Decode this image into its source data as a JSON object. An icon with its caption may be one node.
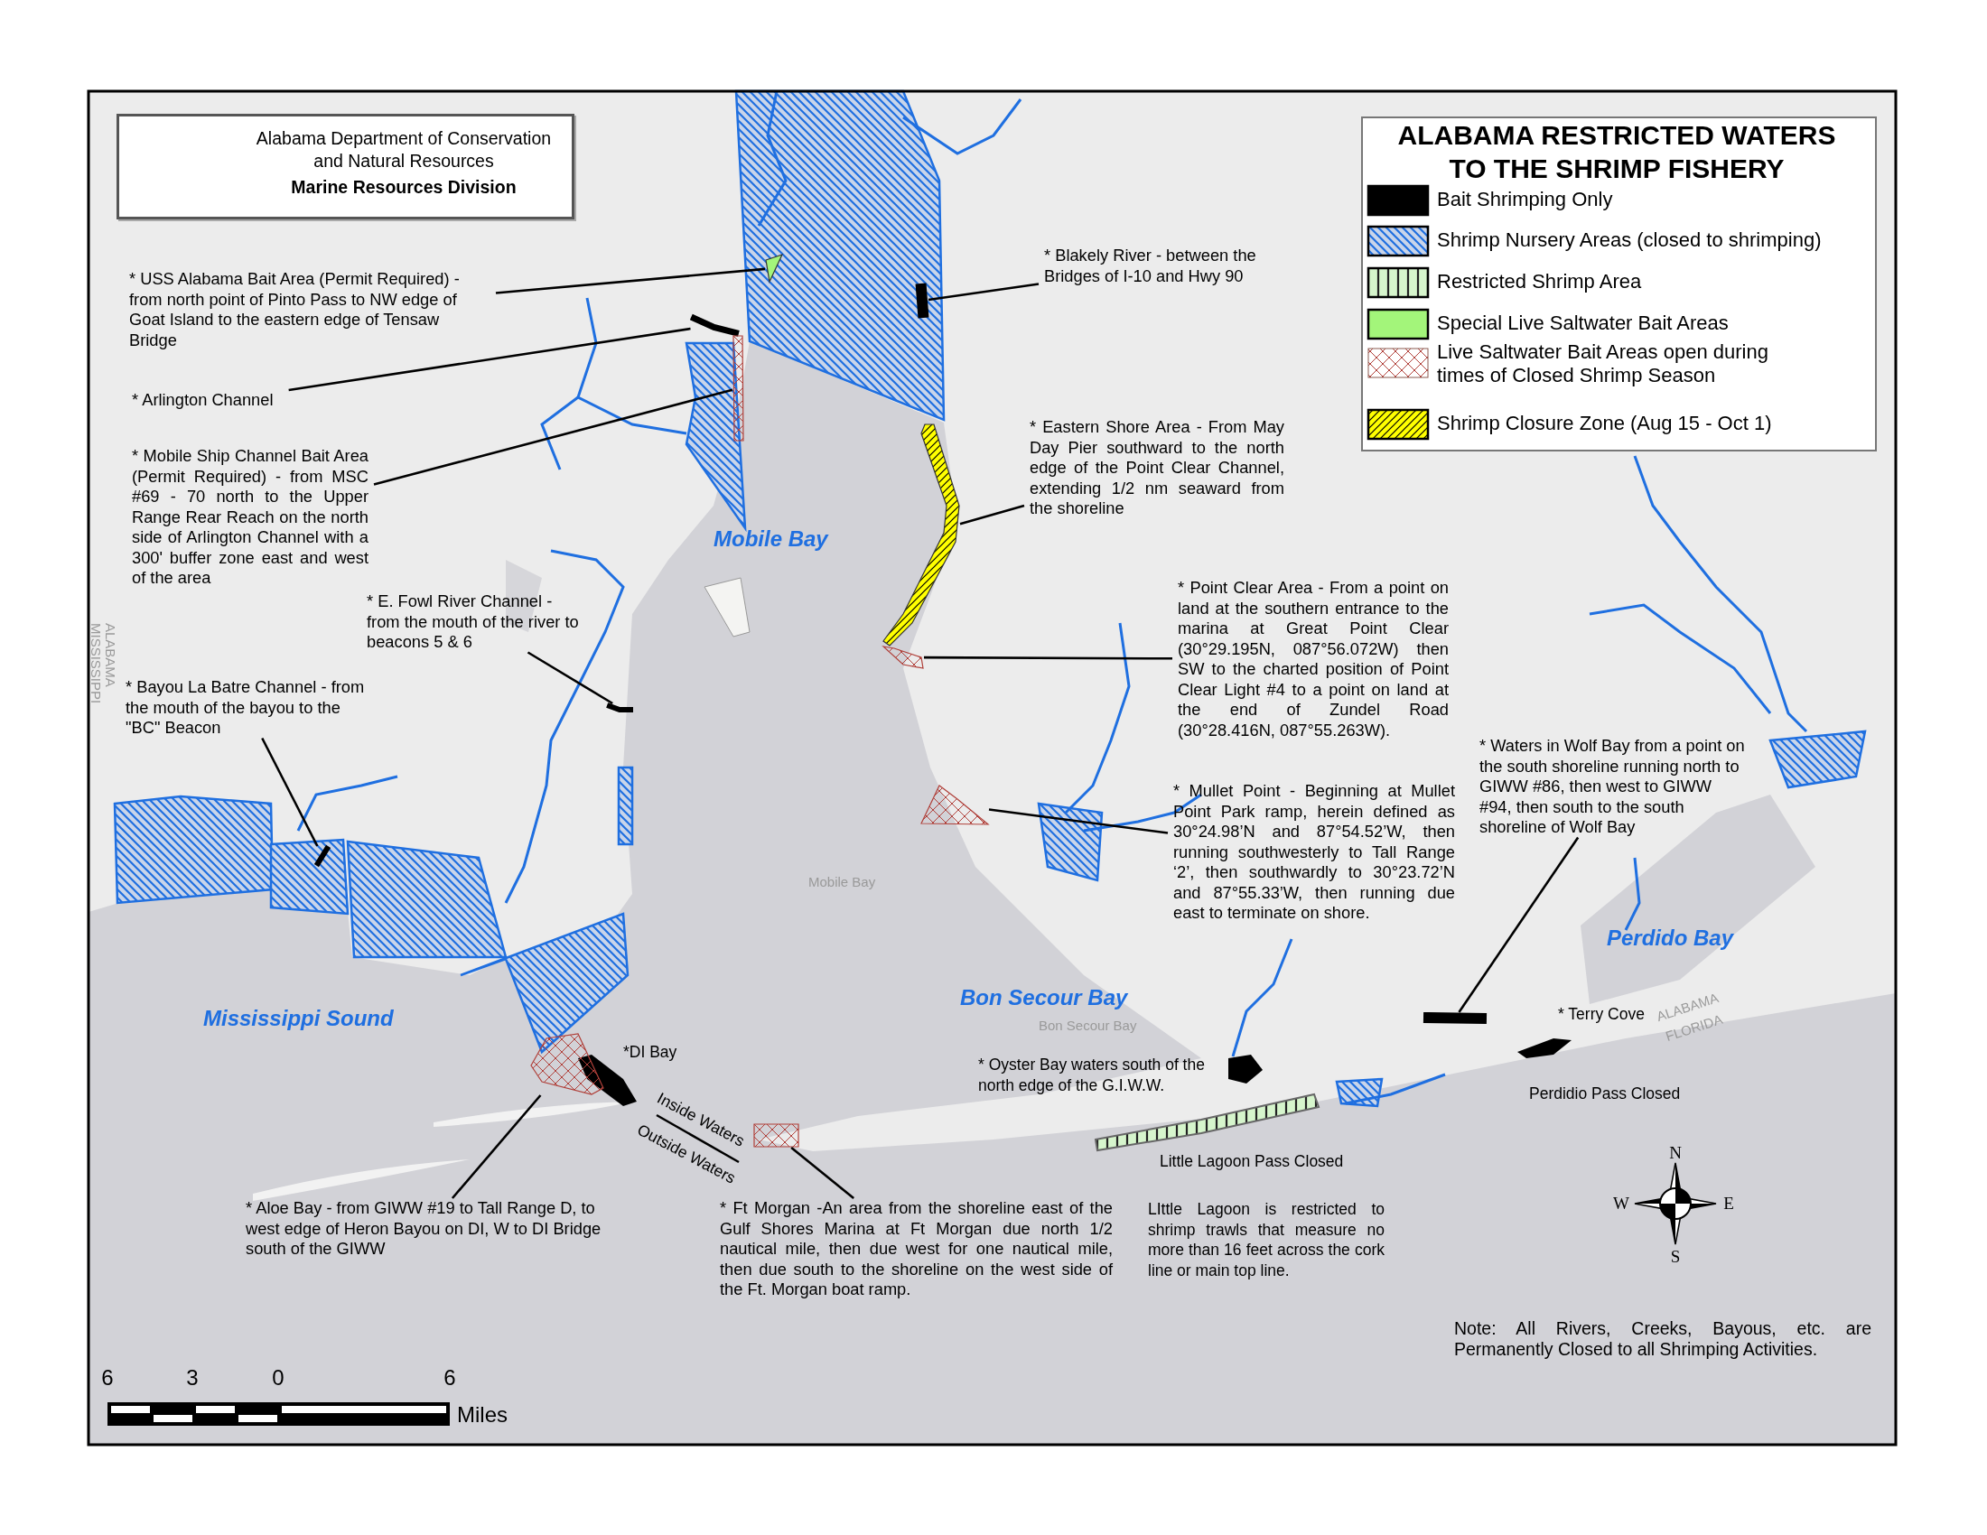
{
  "diagram": {
    "title": "ALABAMA RESTRICTED WATERS TO THE SHRIMP FISHERY",
    "nodes": [
      {
        "text": [
          "Alabama Department of Conservation and Natural Resources",
          "Marine Resources Division"
        ]
      },
      {
        "text": [
          "* USS Alabama Bait Area (Permit Required) - from north point of Pinto Pass to NW edge of Goat Island to the eastern edge of Tensaw Bridge"
        ]
      },
      {
        "text": [],
        "shape": "triangle"
      },
      {
        "text": [
          "* Arlington Channel"
        ]
      },
      {
        "text": [],
        "shape": "bar"
      },
      {
        "text": [
          "* Mobile Ship Channel Bait Area (Permit Required) - from MSC #69 - 70 north to the Upper Range Rear Reach on the north side of Arlington Channel with a 300' buffer zone east and west of the area"
        ]
      },
      {
        "text": [],
        "shape": "strip"
      },
      {
        "text": [
          "* Blakely River - between the Bridges of I-10 and Hwy 90"
        ]
      },
      {
        "text": [],
        "shape": "bar"
      },
      {
        "text": [
          "* Eastern Shore Area - From May Day Pier southward to the north edge of the Point Clear Channel, extending 1/2 nm seaward from the shoreline"
        ]
      },
      {
        "text": [],
        "shape": "strip"
      },
      {
        "text": [
          "* E. Fowl River Channel - from the mouth of the river to beacons 5 & 6"
        ]
      },
      {
        "text": [],
        "shape": "bar"
      },
      {
        "text": [
          "* Point Clear Area - From a point on land at the southern entrance to the marina at Great Point Clear (30°29.195N, 087°56.072W) then SW to the charted position of Point Clear Light #4 to a point on land at the end of Zundel Road (30°28.416N, 087°55.263W)."
        ]
      },
      {
        "text": [],
        "shape": "polygon"
      },
      {
        "text": [
          "* Bayou La Batre Channel - from the mouth of the bayou to the \"BC\" Beacon"
        ]
      },
      {
        "text": [],
        "shape": "bar"
      },
      {
        "text": [
          "* Mullet Point - Beginning at Mullet Point Park ramp, herein defined as 30°24.98’N and 87°54.52’W, then running southwesterly to Tall Range ‘2’, then southwardly to 30°23.72’N and 87°55.33’W, then running due east to terminate on shore."
        ]
      },
      {
        "text": [],
        "shape": "triangle"
      },
      {
        "text": [
          "* Waters in Wolf Bay from a point on the south shoreline running north to GIWW #86, then west to GIWW #94, then south to the south shoreline of Wolf Bay"
        ]
      },
      {
        "text": [],
        "shape": "bar"
      },
      {
        "text": [
          "* Aloe Bay - from GIWW #19 to Tall Range D, to west edge of Heron Bayou on DI, W to DI Bridge south of the GIWW"
        ]
      },
      {
        "text": [],
        "shape": "polygon"
      },
      {
        "text": [
          "* Ft Morgan -An area from the shoreline east of the Gulf Shores Marina at Ft Morgan due north 1/2 nautical mile, then due west for one nautical mile, then due south to the shoreline on the west side of the Ft. Morgan boat ramp."
        ]
      },
      {
        "text": [],
        "shape": "box"
      }
    ],
    "edges": [
      {
        "from": 1,
        "to": 2,
        "arrow": "none"
      },
      {
        "from": 3,
        "to": 4,
        "arrow": "none"
      },
      {
        "from": 5,
        "to": 6,
        "arrow": "none"
      },
      {
        "from": 7,
        "to": 8,
        "arrow": "none"
      },
      {
        "from": 9,
        "to": 10,
        "arrow": "none"
      },
      {
        "from": 11,
        "to": 12,
        "arrow": "none"
      },
      {
        "from": 13,
        "to": 14,
        "arrow": "none"
      },
      {
        "from": 15,
        "to": 16,
        "arrow": "none"
      },
      {
        "from": 17,
        "to": 18,
        "arrow": "none"
      },
      {
        "from": 19,
        "to": 20,
        "arrow": "none"
      },
      {
        "from": 21,
        "to": 22,
        "arrow": "none"
      },
      {
        "from": 23,
        "to": 24,
        "arrow": "none"
      }
    ],
    "labels": [
      "Mobile Bay",
      "MISSISSIPPI",
      "ALABAMA",
      "*DI Bay",
      "Inside Waters",
      "Outside Waters",
      "Mississippi Sound",
      "Mobile Bay",
      "Bon Secour Bay",
      "Bon Secour Bay",
      "* Oyster Bay waters south of the north edge of the G.I.W.W.",
      "Perdido Bay",
      "* Terry Cove",
      "ALABAMA",
      "FLORIDA",
      "Perdidio Pass Closed",
      "Little Lagoon Pass Closed",
      "LIttle Lagoon is restricted to shrimp trawls that measure no more than 16 feet across the cork line or main top line.",
      "N",
      "W",
      "E",
      "S",
      "Note: All Rivers, Creeks, Bayous, etc. are Permanently Closed to all Shrimping Activities.",
      "6",
      "3",
      "0",
      "6",
      "Miles"
    ],
    "legend": [
      {
        "text": "Bait Shrimping Only",
        "color": "#000000"
      },
      {
        "text": "Shrimp Nursery Areas (closed to shrimping)"
      },
      {
        "text": "Restricted Shrimp Area"
      },
      {
        "text": "Special Live Saltwater Bait Areas",
        "color": "#a3f57a"
      },
      {
        "text": "Live Saltwater Bait Areas open during times of Closed Shrimp Season"
      },
      {
        "text": "Shrimp Closure Zone (Aug 15 - Oct 1)"
      }
    ]
  }
}
